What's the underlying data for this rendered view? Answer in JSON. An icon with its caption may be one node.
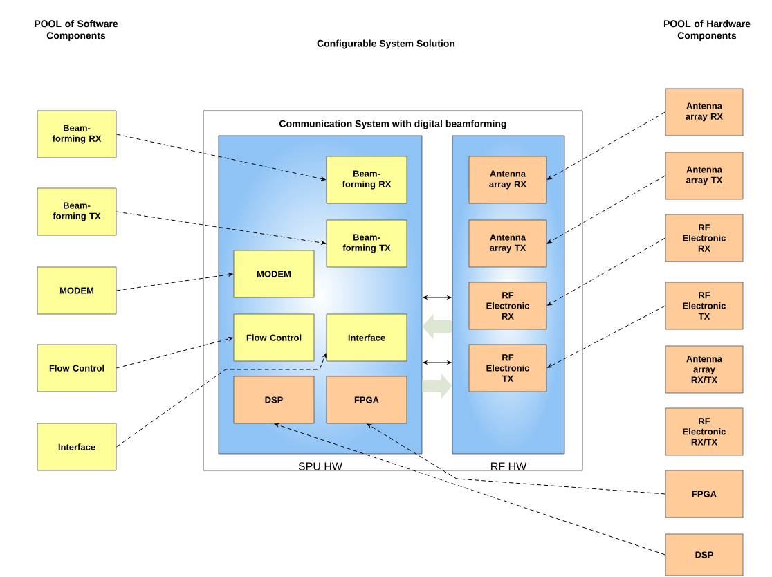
{
  "diagram": {
    "title": "Configurable System Solution",
    "nodes": [
      {
        "text": [
          "Communication System with digital beamforming"
        ]
      },
      {
        "text": [
          "SPU HW"
        ],
        "in": 0
      },
      {
        "text": [
          "RF HW"
        ],
        "in": 0
      },
      {
        "text": [
          "Beam- forming RX"
        ],
        "in": 1
      },
      {
        "text": [
          "Beam- forming TX"
        ],
        "in": 1
      },
      {
        "text": [
          "MODEM"
        ],
        "in": 1
      },
      {
        "text": [
          "Flow Control"
        ],
        "in": 1
      },
      {
        "text": [
          "Interface"
        ],
        "in": 1
      },
      {
        "text": [
          "DSP"
        ],
        "in": 1
      },
      {
        "text": [
          "FPGA"
        ],
        "in": 1
      },
      {
        "text": [
          "Antenna array RX"
        ],
        "in": 2
      },
      {
        "text": [
          "Antenna array TX"
        ],
        "in": 2
      },
      {
        "text": [
          "RF Electronic RX"
        ],
        "in": 2
      },
      {
        "text": [
          "RF Electronic TX"
        ],
        "in": 2
      },
      {
        "text": [
          "Beam- forming RX"
        ]
      },
      {
        "text": [
          "Beam- forming TX"
        ]
      },
      {
        "text": [
          "MODEM"
        ]
      },
      {
        "text": [
          "Flow Control"
        ]
      },
      {
        "text": [
          "Interface"
        ]
      },
      {
        "text": [
          "Antenna array RX"
        ]
      },
      {
        "text": [
          "Antenna array TX"
        ]
      },
      {
        "text": [
          "RF Electronic RX"
        ]
      },
      {
        "text": [
          "RF Electronic TX"
        ]
      },
      {
        "text": [
          "Antenna array RX/TX"
        ]
      },
      {
        "text": [
          "RF Electronic RX/TX"
        ]
      },
      {
        "text": [
          "FPGA"
        ]
      },
      {
        "text": [
          "DSP"
        ]
      }
    ],
    "edges": [
      {
        "from": 14,
        "to": 3,
        "arrow": "to",
        "style": "dashed"
      },
      {
        "from": 15,
        "to": 4,
        "arrow": "to",
        "style": "dashed"
      },
      {
        "from": 16,
        "to": 5,
        "arrow": "to",
        "style": "dashed"
      },
      {
        "from": 17,
        "to": 6,
        "arrow": "to",
        "style": "dashed"
      },
      {
        "from": 18,
        "to": 7,
        "arrow": "to",
        "style": "dashed"
      },
      {
        "from": 19,
        "to": 10,
        "arrow": "to",
        "style": "dashed"
      },
      {
        "from": 20,
        "to": 11,
        "arrow": "to",
        "style": "dashed"
      },
      {
        "from": 21,
        "to": 12,
        "arrow": "to",
        "style": "dashed"
      },
      {
        "from": 22,
        "to": 13,
        "arrow": "to",
        "style": "dashed"
      },
      {
        "from": 25,
        "to": 9,
        "arrow": "to",
        "style": "dashed"
      },
      {
        "from": 26,
        "to": 8,
        "arrow": "to",
        "style": "dashed"
      },
      {
        "from": 1,
        "to": 2,
        "arrow": "both"
      },
      {
        "from": 2,
        "to": 1,
        "arrow": "to",
        "style": "thick",
        "color": "#dce6d2"
      },
      {
        "from": 1,
        "to": 2,
        "arrow": "both"
      },
      {
        "from": 1,
        "to": 2,
        "arrow": "to",
        "style": "thick",
        "color": "#dce6d2"
      }
    ],
    "labels": [
      "POOL of Software Components",
      "POOL of Hardware Components"
    ]
  }
}
